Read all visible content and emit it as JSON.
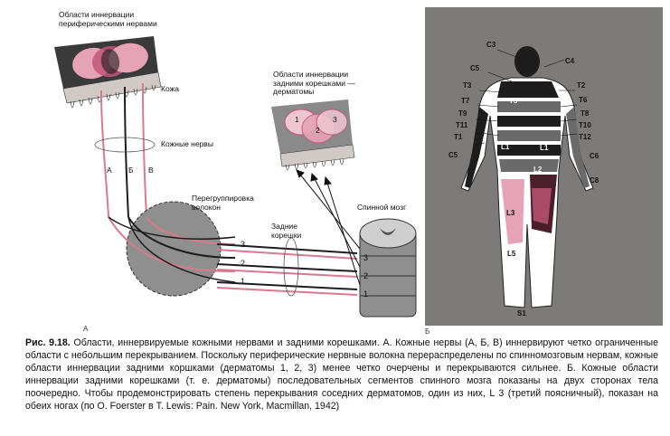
{
  "left_panel": {
    "label_peripheral": "Области иннервации\nпериферическими нервами",
    "label_skin": "Кожа",
    "label_cutaneous_nerves": "Кожные нервы",
    "nerve_letters": [
      "А",
      "Б",
      "В"
    ],
    "label_regrouping": "Перегруппировка\nволокон",
    "label_dermatomes": "Области иннервации\nзадними корешками —\nдерматомы",
    "dermatome_numbers": [
      "1",
      "2",
      "3"
    ],
    "label_dorsal_roots": "Задние\nкорешки",
    "label_spinal_cord": "Спинной мозг",
    "root_numbers": [
      "3",
      "2",
      "1"
    ],
    "cord_numbers": [
      "3",
      "2",
      "1"
    ],
    "panel_letter": "А"
  },
  "right_panel": {
    "segments_left": [
      "C3",
      "C5",
      "T3",
      "T7",
      "T9",
      "T11",
      "T1",
      "C5"
    ],
    "segments_right": [
      "C4",
      "T2",
      "T6",
      "T8",
      "T10",
      "T12",
      "C6",
      "C8"
    ],
    "segments_body": [
      "T5",
      "L1",
      "L1",
      "L2",
      "L3",
      "L5",
      "S1"
    ],
    "panel_letter": "Б"
  },
  "caption": {
    "fig_label": "Рис. 9.18.",
    "text": " Области, иннервируемые кожными нервами и задними корешками. А. Кожные нервы (А, Б, В) иннервируют четко ограниченные области с небольшим перекрыванием. Поскольку периферические нервные волокна перераспределены по спинномозговым нервам, кожные области иннервации задними коршками (дерматомы 1, 2, 3) менее четко очерчены и перекрываются сильнее. Б. Кожные области иннервации задними корешками (т. е. дерматомы) последовательных сегментов спинного мозга показаны на двух сторонах тела поочередно. Чтобы продемонстрировать степень перекрывания соседних дерматомов, один из них, L 3 (третий поясничный), показан на обеих ногах (по O. Foerster в T. Lewis: Pain. New York, Macmillan, 1942)"
  },
  "colors": {
    "pink": "#e6a3b7",
    "dark_pink": "#c2567a",
    "nerve_pink": "#d9798f",
    "gray_fill": "#8f8f8f",
    "dark": "#1d1d1d"
  }
}
